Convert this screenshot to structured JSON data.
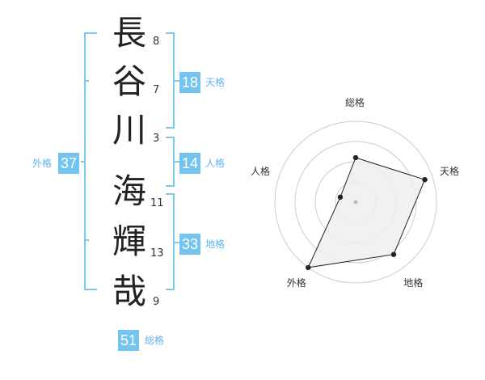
{
  "name": {
    "chars": [
      {
        "char": "長",
        "strokes": "8"
      },
      {
        "char": "谷",
        "strokes": "7"
      },
      {
        "char": "川",
        "strokes": "3"
      },
      {
        "char": "海",
        "strokes": "11"
      },
      {
        "char": "輝",
        "strokes": "13"
      },
      {
        "char": "哉",
        "strokes": "9"
      }
    ]
  },
  "kaku": {
    "tenkaku": {
      "value": "18",
      "label": "天格"
    },
    "jinkaku": {
      "value": "14",
      "label": "人格"
    },
    "chikaku": {
      "value": "33",
      "label": "地格"
    },
    "gaikaku": {
      "value": "37",
      "label": "外格"
    },
    "soukaku": {
      "value": "51",
      "label": "総格"
    }
  },
  "chart_data": {
    "type": "radar",
    "axes": [
      "総格",
      "天格",
      "地格",
      "外格",
      "人格"
    ],
    "values": [
      0.55,
      0.9,
      0.8,
      1.0,
      0.2
    ],
    "rings": 4,
    "colors": {
      "fill": "#eeeeee",
      "line": "#222222",
      "grid": "#cccccc"
    }
  },
  "colors": {
    "accent": "#74c4f0",
    "bracket": "#7cc8f0"
  }
}
